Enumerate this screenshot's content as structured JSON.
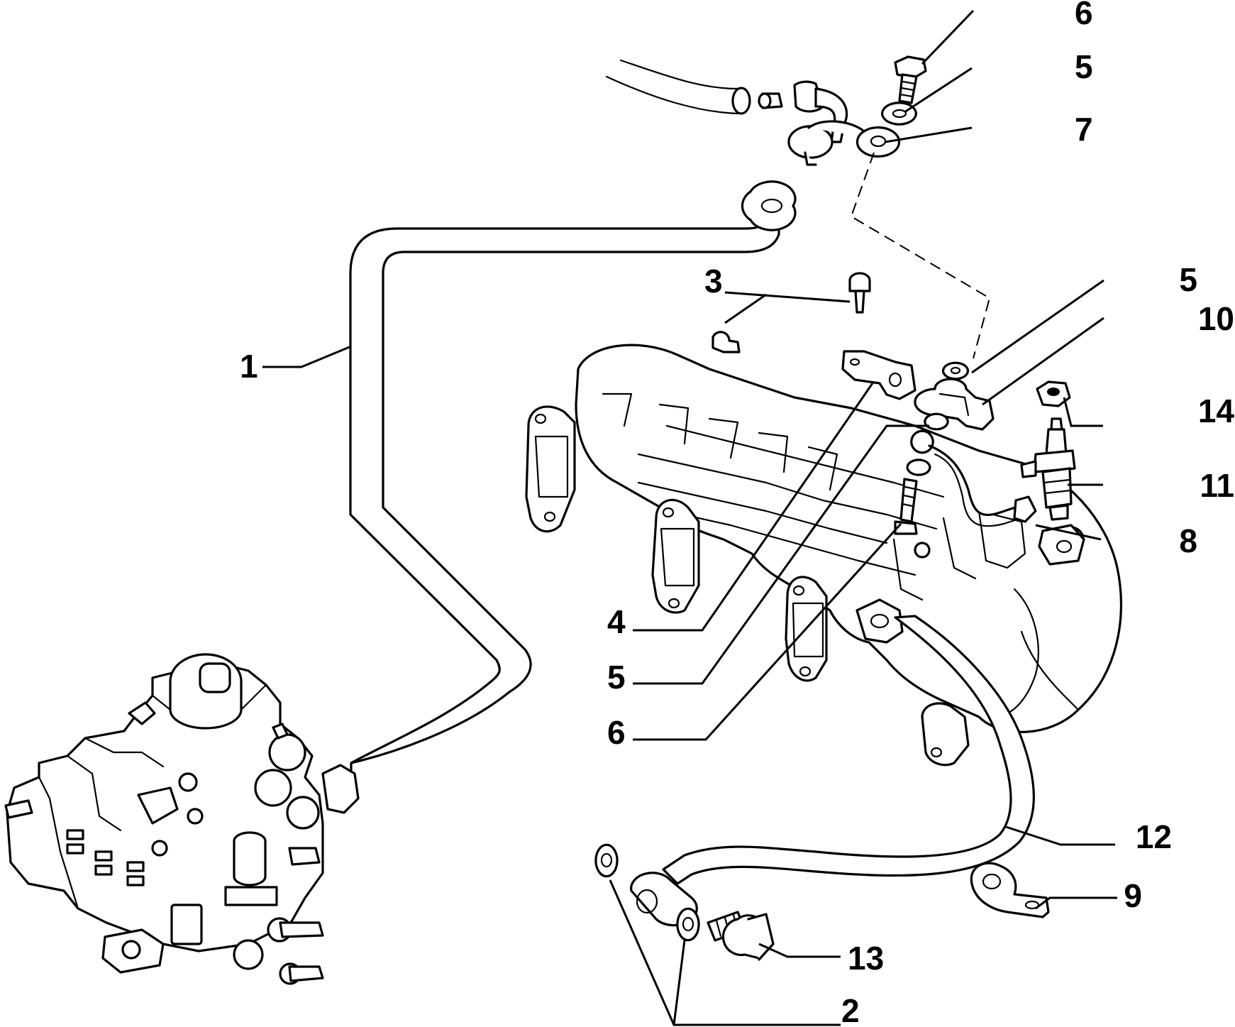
{
  "diagram": {
    "callouts": [
      {
        "id": "c1",
        "label": "1"
      },
      {
        "id": "c2",
        "label": "2"
      },
      {
        "id": "c3",
        "label": "3"
      },
      {
        "id": "c4",
        "label": "4"
      },
      {
        "id": "c5a",
        "label": "5"
      },
      {
        "id": "c5b",
        "label": "5"
      },
      {
        "id": "c5c",
        "label": "5"
      },
      {
        "id": "c6a",
        "label": "6"
      },
      {
        "id": "c6b",
        "label": "6"
      },
      {
        "id": "c7",
        "label": "7"
      },
      {
        "id": "c8",
        "label": "8"
      },
      {
        "id": "c9",
        "label": "9"
      },
      {
        "id": "c10",
        "label": "10"
      },
      {
        "id": "c11",
        "label": "11"
      },
      {
        "id": "c12",
        "label": "12"
      },
      {
        "id": "c13",
        "label": "13"
      },
      {
        "id": "c14",
        "label": "14"
      }
    ]
  }
}
